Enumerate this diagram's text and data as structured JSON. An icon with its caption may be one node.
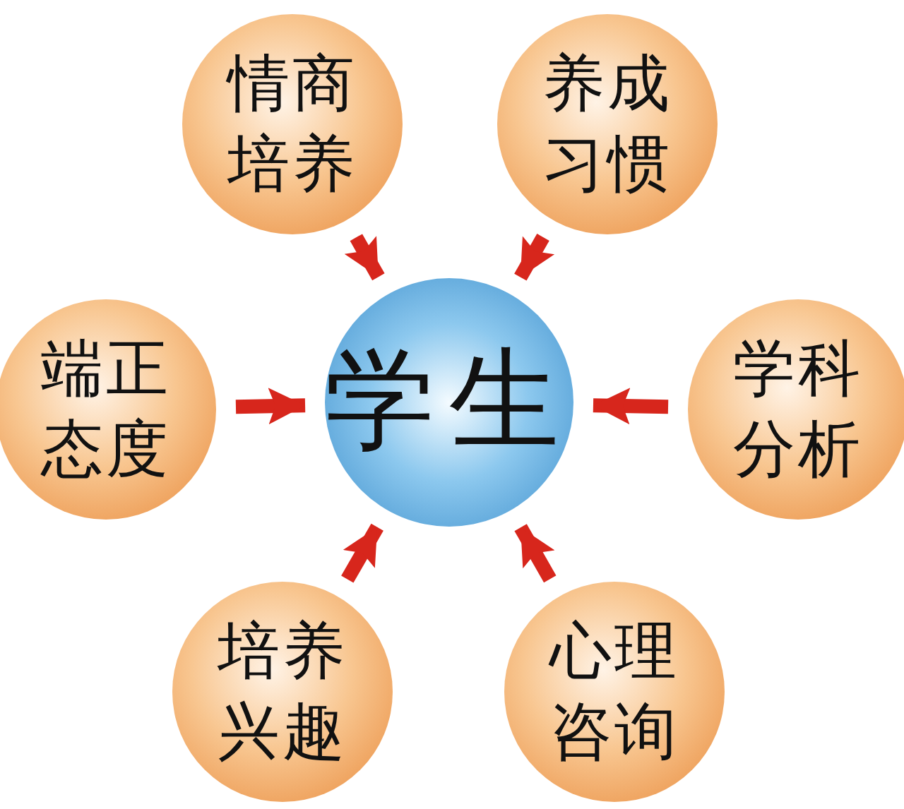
{
  "diagram": {
    "nodes": [
      {
        "text": [
          "学生"
        ]
      },
      {
        "text": [
          "情商培养"
        ]
      },
      {
        "text": [
          "养成习惯"
        ]
      },
      {
        "text": [
          "端正态度"
        ]
      },
      {
        "text": [
          "学科分析"
        ]
      },
      {
        "text": [
          "培养兴趣"
        ]
      },
      {
        "text": [
          "心理咨询"
        ]
      }
    ],
    "edges": [
      {
        "from": 1,
        "to": 0,
        "arrow": "to"
      },
      {
        "from": 2,
        "to": 0,
        "arrow": "to"
      },
      {
        "from": 3,
        "to": 0,
        "arrow": "to"
      },
      {
        "from": 4,
        "to": 0,
        "arrow": "to"
      },
      {
        "from": 5,
        "to": 0,
        "arrow": "to"
      },
      {
        "from": 6,
        "to": 0,
        "arrow": "to"
      }
    ]
  }
}
